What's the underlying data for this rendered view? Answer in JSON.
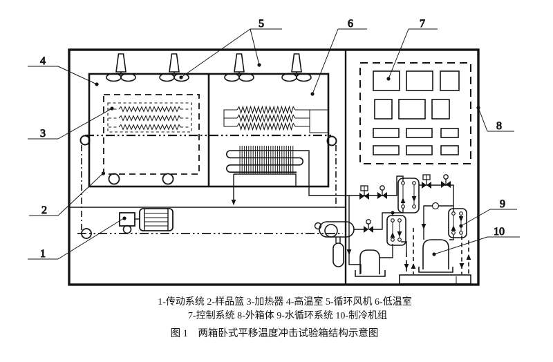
{
  "colors": {
    "ink": "#141414",
    "background": "#ffffff"
  },
  "figure": {
    "callouts": [
      {
        "num": "1",
        "label": "传动系统"
      },
      {
        "num": "2",
        "label": "样品篮"
      },
      {
        "num": "3",
        "label": "加热器"
      },
      {
        "num": "4",
        "label": "高温室"
      },
      {
        "num": "5",
        "label": "循环风机"
      },
      {
        "num": "6",
        "label": "低温室"
      },
      {
        "num": "7",
        "label": "控制系统"
      },
      {
        "num": "8",
        "label": "外箱体"
      },
      {
        "num": "9",
        "label": "水循环系统"
      },
      {
        "num": "10",
        "label": "制冷机组"
      }
    ],
    "caption_line1": "1-传动系统 2-样品篮 3-加热器 4-高温室 5-循环风机 6-低温室",
    "caption_line2": "7-控制系统 8-外箱体 9-水循环系统 10-制冷机组",
    "caption_title": "图 1　两箱卧式平移温度冲击试验箱结构示意图"
  }
}
